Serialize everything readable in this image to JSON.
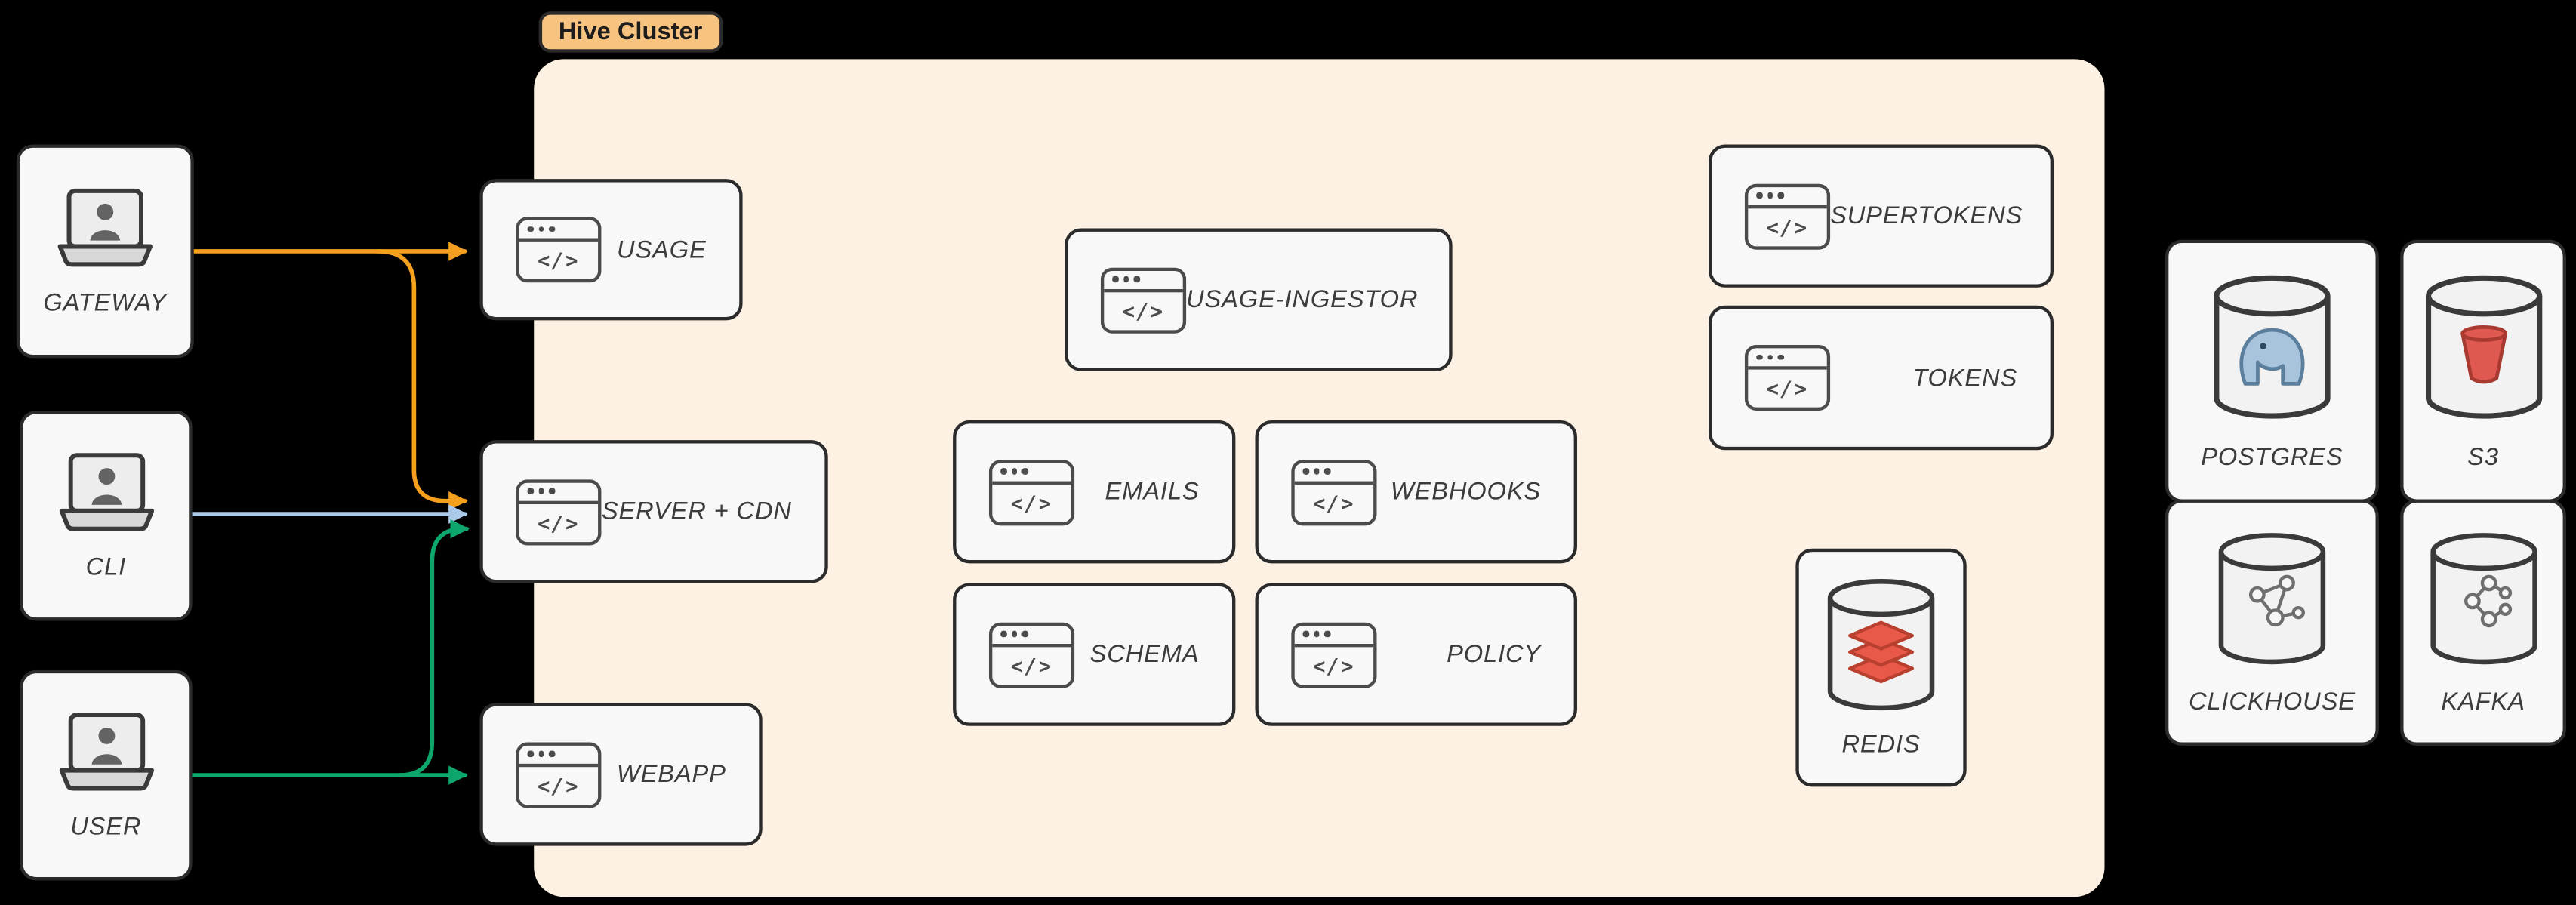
{
  "diagram": {
    "cluster_label": "Hive Cluster"
  },
  "icons": {
    "code_glyph": "</>"
  },
  "clients": {
    "gateway": {
      "label": "GATEWAY"
    },
    "cli": {
      "label": "CLI"
    },
    "user": {
      "label": "USER"
    }
  },
  "services": {
    "usage": {
      "label": "USAGE"
    },
    "server_cdn": {
      "label": "SERVER + CDN"
    },
    "webapp": {
      "label": "WEBAPP"
    },
    "usage_ingestor": {
      "label": "USAGE-INGESTOR"
    },
    "emails": {
      "label": "EMAILS"
    },
    "webhooks": {
      "label": "WEBHOOKS"
    },
    "schema": {
      "label": "SCHEMA"
    },
    "policy": {
      "label": "POLICY"
    },
    "supertokens": {
      "label": "SUPERTOKENS"
    },
    "tokens": {
      "label": "TOKENS"
    },
    "redis": {
      "label": "REDIS"
    }
  },
  "datastores": {
    "postgres": {
      "label": "POSTGRES"
    },
    "s3": {
      "label": "S3"
    },
    "clickhouse": {
      "label": "CLICKHOUSE"
    },
    "kafka": {
      "label": "KAFKA"
    }
  },
  "edges": [
    {
      "from": "GATEWAY",
      "to": "USAGE",
      "color_key": "gateway_edge"
    },
    {
      "from": "GATEWAY",
      "to": "SERVER + CDN",
      "color_key": "gateway_edge"
    },
    {
      "from": "CLI",
      "to": "SERVER + CDN",
      "color_key": "cli_edge"
    },
    {
      "from": "USER",
      "to": "SERVER + CDN",
      "color_key": "user_edge"
    },
    {
      "from": "USER",
      "to": "WEBAPP",
      "color_key": "user_edge"
    }
  ],
  "colors": {
    "background": "#000000",
    "cluster_bg": "#fdf1e3",
    "cluster_badge_bg": "#f6c380",
    "node_bg": "#f8f8f8",
    "node_border": "#2b2b2b",
    "gateway_edge": "#f59f1e",
    "cli_edge": "#abc9e9",
    "user_edge": "#0da66c",
    "redis_red": "#e8594a",
    "postgres_blue": "#a8c4dd",
    "s3_red": "#df5950"
  }
}
